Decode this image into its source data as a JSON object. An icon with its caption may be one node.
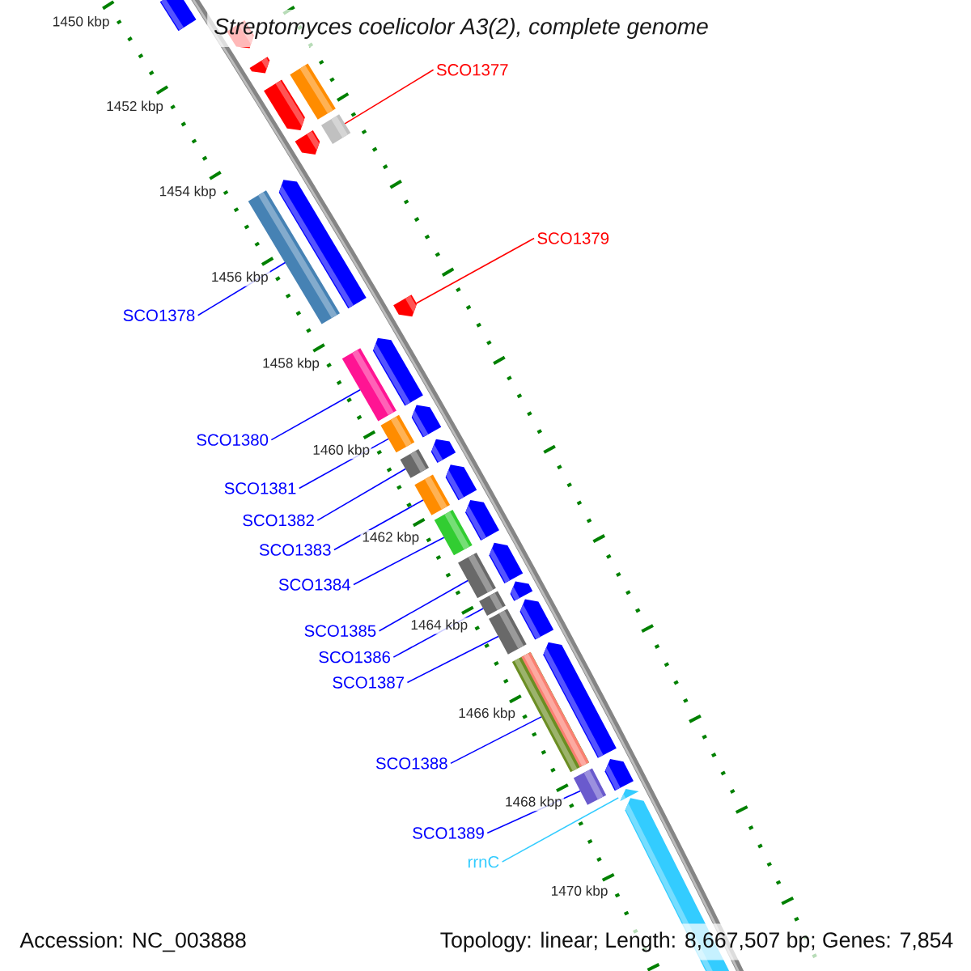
{
  "diagram": {
    "title": "Streptomyces coelicolor A3(2), complete genome",
    "nodes": [
      {
        "text": [
          "SCO1377"
        ]
      },
      {
        "text": [
          "SCO1378"
        ]
      },
      {
        "text": [
          "SCO1379"
        ]
      },
      {
        "text": [
          "SCO1380"
        ]
      },
      {
        "text": [
          "SCO1381"
        ]
      },
      {
        "text": [
          "SCO1382"
        ]
      },
      {
        "text": [
          "SCO1383"
        ]
      },
      {
        "text": [
          "SCO1384"
        ]
      },
      {
        "text": [
          "SCO1385"
        ]
      },
      {
        "text": [
          "SCO1386"
        ]
      },
      {
        "text": [
          "SCO1387"
        ]
      },
      {
        "text": [
          "SCO1388"
        ]
      },
      {
        "text": [
          "SCO1389"
        ]
      },
      {
        "text": [
          "rrnC"
        ]
      },
      {
        "text": [],
        "shape": "bar"
      },
      {
        "text": [],
        "shape": "arrow"
      },
      {
        "text": [],
        "shape": "arrow"
      },
      {
        "text": [],
        "shape": "arrow"
      },
      {
        "text": [],
        "shape": "bar"
      },
      {
        "text": [],
        "shape": "arrow"
      },
      {
        "text": [],
        "shape": "bar"
      },
      {
        "text": [],
        "shape": "bar"
      },
      {
        "text": [],
        "shape": "arrow"
      },
      {
        "text": [],
        "shape": "arrow"
      },
      {
        "text": [],
        "shape": "bar"
      },
      {
        "text": [],
        "shape": "arrow"
      },
      {
        "text": [],
        "shape": "bar"
      },
      {
        "text": [],
        "shape": "arrow"
      },
      {
        "text": [],
        "shape": "bar"
      },
      {
        "text": [],
        "shape": "arrow"
      },
      {
        "text": [],
        "shape": "bar"
      },
      {
        "text": [],
        "shape": "arrow"
      },
      {
        "text": [],
        "shape": "bar"
      },
      {
        "text": [],
        "shape": "arrow"
      },
      {
        "text": [],
        "shape": "bar"
      },
      {
        "text": [],
        "shape": "arrow"
      },
      {
        "text": [],
        "shape": "bar"
      },
      {
        "text": [],
        "shape": "arrow"
      },
      {
        "text": [],
        "shape": "bar"
      },
      {
        "text": [],
        "shape": "arrow"
      },
      {
        "text": [],
        "shape": "bar"
      },
      {
        "text": [],
        "shape": "arrow"
      },
      {
        "text": [],
        "shape": "bar"
      },
      {
        "text": [],
        "shape": "arrow"
      },
      {
        "text": [],
        "shape": "arrow"
      },
      {
        "text": [],
        "shape": "arrow"
      }
    ],
    "edges": [
      {
        "from": 0,
        "to": 20,
        "arrow": "none",
        "color": "#ff0000"
      },
      {
        "from": 1,
        "to": 21,
        "arrow": "none"
      },
      {
        "from": 2,
        "to": 23,
        "arrow": "none",
        "color": "#ff0000"
      },
      {
        "from": 3,
        "to": 24,
        "arrow": "none"
      },
      {
        "from": 4,
        "to": 26,
        "arrow": "none"
      },
      {
        "from": 5,
        "to": 28,
        "arrow": "none"
      },
      {
        "from": 6,
        "to": 30,
        "arrow": "none"
      },
      {
        "from": 7,
        "to": 32,
        "arrow": "none"
      },
      {
        "from": 8,
        "to": 34,
        "arrow": "none"
      },
      {
        "from": 9,
        "to": 36,
        "arrow": "none"
      },
      {
        "from": 10,
        "to": 38,
        "arrow": "none"
      },
      {
        "from": 11,
        "to": 40,
        "arrow": "none"
      },
      {
        "from": 12,
        "to": 42,
        "arrow": "none"
      },
      {
        "from": 13,
        "to": 44,
        "arrow": "none",
        "color": "#33ccff"
      }
    ],
    "labels": [
      "1450 kbp",
      "1452 kbp",
      "1454 kbp",
      "1456 kbp",
      "1458 kbp",
      "1460 kbp",
      "1462 kbp",
      "1464 kbp",
      "1466 kbp",
      "1468 kbp",
      "1470 kbp",
      "Accession: NC_003888",
      "Topology: linear; Length: 8,667,507 bp; Genes: 7,854"
    ]
  }
}
